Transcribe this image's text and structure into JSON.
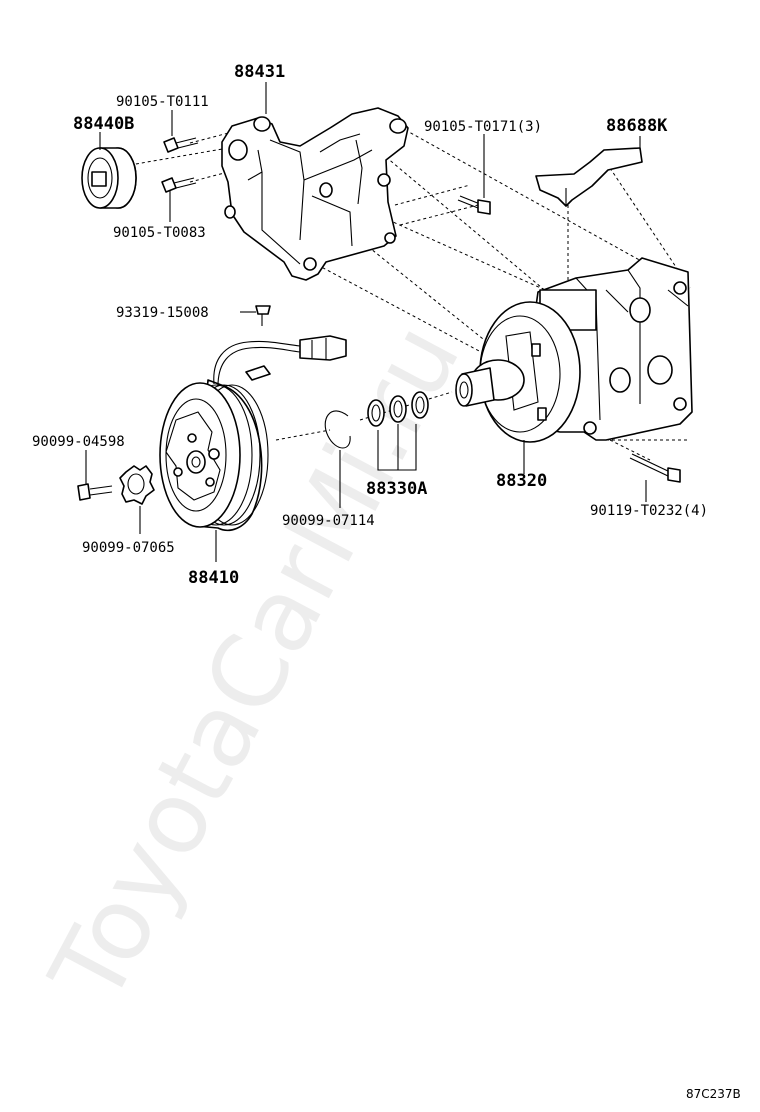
{
  "callouts": {
    "c88431": "88431",
    "c90105_T0111": "90105-T0111",
    "c88440B": "88440B",
    "c90105_T0083": "90105-T0083",
    "c90105_T0171": "90105-T0171(3)",
    "c88688K": "88688K",
    "c93319_15008": "93319-15008",
    "c90099_04598": "90099-04598",
    "c90099_07065": "90099-07065",
    "c88410": "88410",
    "c90099_07114": "90099-07114",
    "c88330A": "88330A",
    "c88320": "88320",
    "c90119_T0232": "90119-T0232(4)"
  },
  "watermark": "ToyotaCarMi.ru",
  "figure_code": "87C237B"
}
